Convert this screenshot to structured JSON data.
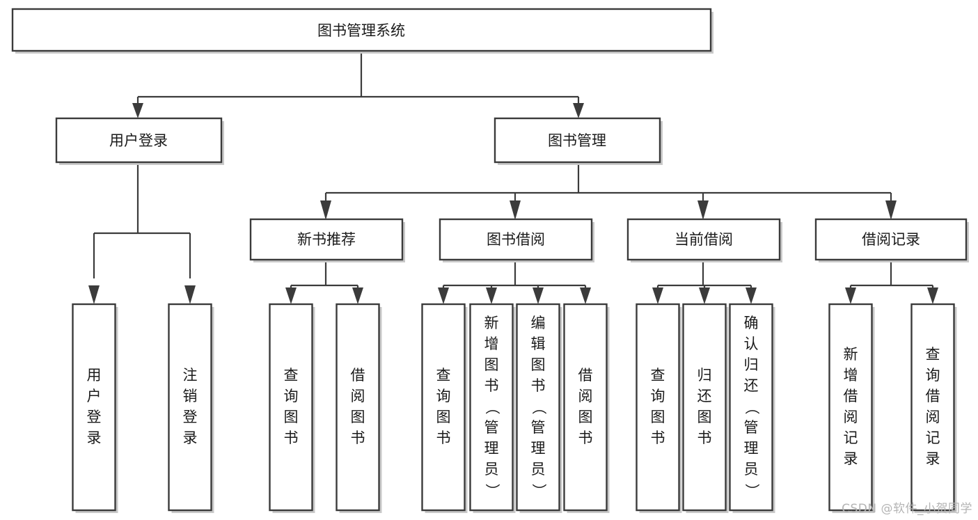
{
  "diagram": {
    "title": "图书管理系统",
    "type": "tree",
    "background_color": "#ffffff",
    "box_stroke_color": "#3b3b3b",
    "text_color": "#1a1a1a",
    "watermark": "CSDN @软件_小贺同学",
    "nodes": {
      "root": {
        "label": "图书管理系统",
        "level": 1,
        "orientation": "horizontal"
      },
      "l2": [
        {
          "id": "user-login",
          "label": "用户登录",
          "orientation": "horizontal"
        },
        {
          "id": "book-management",
          "label": "图书管理",
          "orientation": "horizontal"
        }
      ],
      "l3": [
        {
          "id": "new-book-recommend",
          "label": "新书推荐",
          "orientation": "horizontal",
          "parent": "book-management"
        },
        {
          "id": "book-borrow",
          "label": "图书借阅",
          "orientation": "horizontal",
          "parent": "book-management"
        },
        {
          "id": "current-borrow",
          "label": "当前借阅",
          "orientation": "horizontal",
          "parent": "book-management"
        },
        {
          "id": "borrow-record",
          "label": "借阅记录",
          "orientation": "horizontal",
          "parent": "book-management"
        }
      ],
      "leaves": [
        {
          "id": "leaf-user-login",
          "label": "用户登录",
          "parent": "user-login",
          "orientation": "vertical"
        },
        {
          "id": "leaf-logout-login",
          "label": "注销登录",
          "parent": "user-login",
          "orientation": "vertical"
        },
        {
          "id": "leaf-query-book-1",
          "label": "查询图书",
          "parent": "new-book-recommend",
          "orientation": "vertical"
        },
        {
          "id": "leaf-borrow-book-1",
          "label": "借阅图书",
          "parent": "new-book-recommend",
          "orientation": "vertical"
        },
        {
          "id": "leaf-query-book-2",
          "label": "查询图书",
          "parent": "book-borrow",
          "orientation": "vertical"
        },
        {
          "id": "leaf-add-book",
          "label": "新增图书（管理员）",
          "parent": "book-borrow",
          "orientation": "vertical"
        },
        {
          "id": "leaf-edit-book",
          "label": "编辑图书（管理员）",
          "parent": "book-borrow",
          "orientation": "vertical"
        },
        {
          "id": "leaf-borrow-book-2",
          "label": "借阅图书",
          "parent": "book-borrow",
          "orientation": "vertical"
        },
        {
          "id": "leaf-query-book-3",
          "label": "查询图书",
          "parent": "current-borrow",
          "orientation": "vertical"
        },
        {
          "id": "leaf-return-book",
          "label": "归还图书",
          "parent": "current-borrow",
          "orientation": "vertical"
        },
        {
          "id": "leaf-confirm-return",
          "label": "确认归还（管理员）",
          "parent": "current-borrow",
          "orientation": "vertical"
        },
        {
          "id": "leaf-add-record",
          "label": "新增借阅记录",
          "parent": "borrow-record",
          "orientation": "vertical"
        },
        {
          "id": "leaf-query-record",
          "label": "查询借阅记录",
          "parent": "borrow-record",
          "orientation": "vertical"
        }
      ]
    }
  }
}
